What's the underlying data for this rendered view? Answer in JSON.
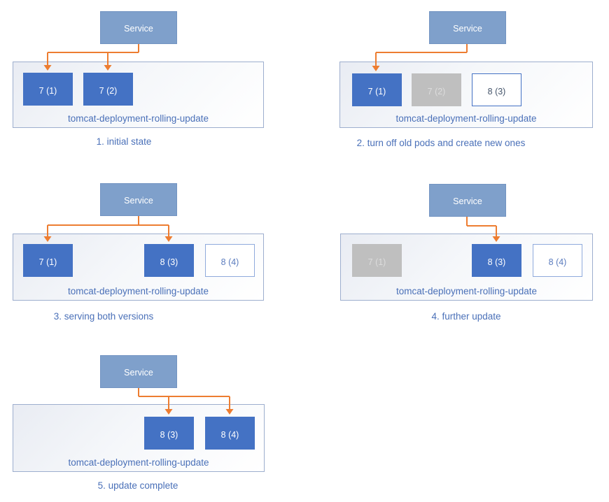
{
  "palette": {
    "pod_active_fill": "#4472C4",
    "pod_stopped_fill": "#BFBFBF",
    "pod_stopped_text": "#DCDCDC",
    "pod_new_border_strong": "#4472C4",
    "pod_new_text_strong": "#44546A",
    "pod_new_border_light": "#8FAADC",
    "pod_new_text_light": "#5B7CBE",
    "service_fill": "#7FA0CB",
    "arrow_color": "#ED7D31",
    "container_border": "#9DAECE",
    "label_text": "#4A70B8"
  },
  "panels": [
    {
      "id": 1,
      "caption": "1. initial state",
      "service_label": "Service",
      "container_label": "tomcat-deployment-rolling-update",
      "pods": [
        {
          "label": "7 (1)",
          "state": "running"
        },
        {
          "label": "7 (2)",
          "state": "running"
        }
      ],
      "traffic_to": [
        "7 (1)",
        "7 (2)"
      ]
    },
    {
      "id": 2,
      "caption": "2. turn off old pods and create new ones",
      "service_label": "Service",
      "container_label": "tomcat-deployment-rolling-update",
      "pods": [
        {
          "label": "7 (1)",
          "state": "running"
        },
        {
          "label": "7 (2)",
          "state": "stopped"
        },
        {
          "label": "8 (3)",
          "state": "starting"
        }
      ],
      "traffic_to": [
        "7 (1)"
      ]
    },
    {
      "id": 3,
      "caption": "3. serving both versions",
      "service_label": "Service",
      "container_label": "tomcat-deployment-rolling-update",
      "pods": [
        {
          "label": "7 (1)",
          "state": "running"
        },
        {
          "label": "8 (3)",
          "state": "running"
        },
        {
          "label": "8 (4)",
          "state": "starting"
        }
      ],
      "traffic_to": [
        "7 (1)",
        "8 (3)"
      ]
    },
    {
      "id": 4,
      "caption": "4. further update",
      "service_label": "Service",
      "container_label": "tomcat-deployment-rolling-update",
      "pods": [
        {
          "label": "7 (1)",
          "state": "stopped"
        },
        {
          "label": "8 (3)",
          "state": "running"
        },
        {
          "label": "8 (4)",
          "state": "starting"
        }
      ],
      "traffic_to": [
        "8 (3)"
      ]
    },
    {
      "id": 5,
      "caption": "5. update complete",
      "service_label": "Service",
      "container_label": "tomcat-deployment-rolling-update",
      "pods": [
        {
          "label": "8 (3)",
          "state": "running"
        },
        {
          "label": "8 (4)",
          "state": "running"
        }
      ],
      "traffic_to": [
        "8 (3)",
        "8 (4)"
      ]
    }
  ]
}
